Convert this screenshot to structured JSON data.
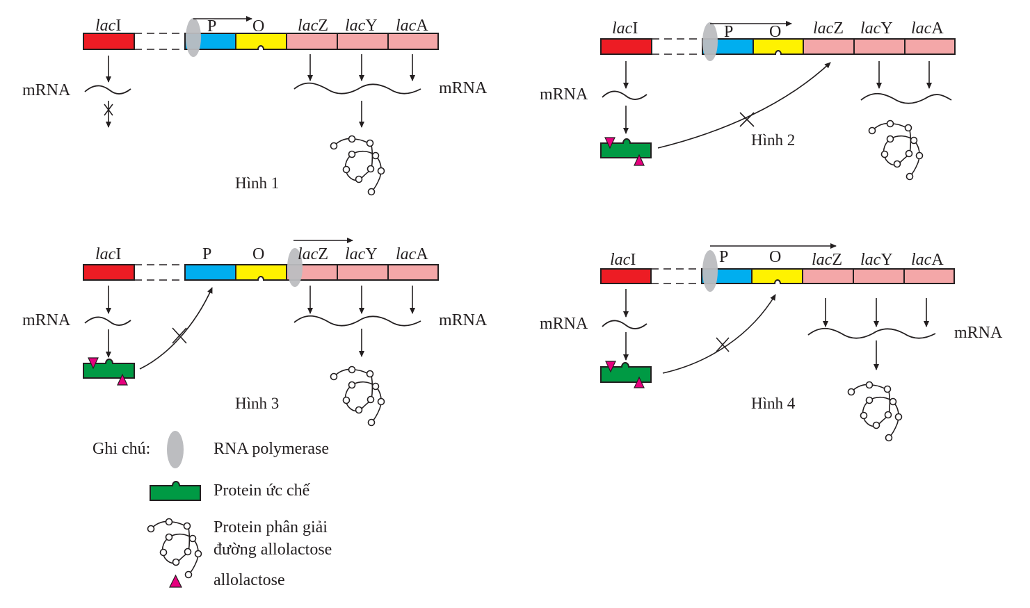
{
  "colors": {
    "lacI": "#ed1c24",
    "promoter": "#00aeef",
    "operator": "#fff200",
    "structural_genes": "#f4a7a8",
    "repressor": "#009a44",
    "allolactose": "#e6007e",
    "rna_polymerase": "#bcbdc0",
    "ink": "#231f20"
  },
  "genes": {
    "lacI": {
      "italic": "lac",
      "roman": "I"
    },
    "P": "P",
    "O": "O",
    "lacZ": {
      "italic": "lac",
      "roman": "Z"
    },
    "lacY": {
      "italic": "lac",
      "roman": "Y"
    },
    "lacA": {
      "italic": "lac",
      "roman": "A"
    }
  },
  "mrna_label": "mRNA",
  "figures": [
    {
      "caption": "Hình 1",
      "rna_polymerase_position": "promoter",
      "repressor_shown": false,
      "repressor_translation_blocked": true,
      "repressor_to_operator_blocked": null,
      "structural_mRNA_arrows": 3,
      "enzyme_shown": true
    },
    {
      "caption": "Hình 2",
      "rna_polymerase_position": "promoter",
      "repressor_shown": true,
      "repressor_target": "lacZ",
      "repressor_to_target_blocked": true,
      "structural_mRNA_arrows": 2,
      "enzyme_shown": true
    },
    {
      "caption": "Hình 3",
      "rna_polymerase_position": "lacZ",
      "repressor_shown": true,
      "repressor_target": "promoter",
      "repressor_to_target_blocked": true,
      "structural_mRNA_arrows": 3,
      "enzyme_shown": true
    },
    {
      "caption": "Hình 4",
      "rna_polymerase_position": "promoter",
      "repressor_shown": true,
      "repressor_target": "operator",
      "repressor_to_target_blocked": true,
      "structural_mRNA_arrows": 3,
      "enzyme_shown": true
    }
  ],
  "legend": {
    "title": "Ghi chú:",
    "items": [
      {
        "icon": "rna-polymerase-icon",
        "label": "RNA polymerase"
      },
      {
        "icon": "repressor-protein-icon",
        "label": "Protein ức chế"
      },
      {
        "icon": "enzyme-protein-icon",
        "label_line1": "Protein phân giải",
        "label_line2": "đường allolactose"
      },
      {
        "icon": "allolactose-icon",
        "label": "allolactose"
      }
    ]
  }
}
